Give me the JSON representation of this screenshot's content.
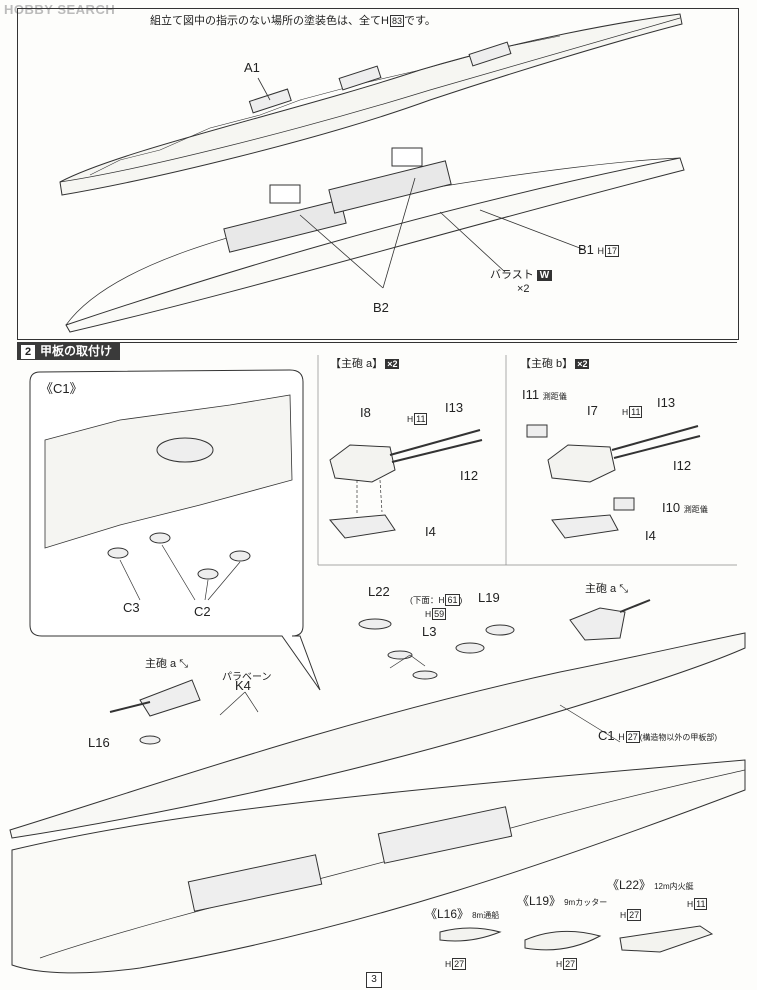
{
  "watermark": "HOBBY SEARCH",
  "step1": {
    "instruction": "組立て図中の指示のない場所の塗装色は、全てH",
    "instruction_code": "83",
    "instruction_end": "です。",
    "labels": {
      "a1": "A1",
      "b1": "B1",
      "b1_code_prefix": "H",
      "b1_code": "17",
      "b2": "B2",
      "ballast": "バラスト",
      "ballast_badge": "W",
      "ballast_qty": "×2"
    }
  },
  "step2": {
    "number": "2",
    "title": "甲板の取付け",
    "inset": {
      "title": "《C1》",
      "c3": "C3",
      "c2": "C2"
    },
    "turret_a": {
      "title": "【主砲 a】",
      "qty": "×2",
      "i8": "I8",
      "h_prefix": "H",
      "h_code": "11",
      "i13": "I13",
      "i12": "I12",
      "i4": "I4"
    },
    "turret_b": {
      "title": "【主砲 b】",
      "qty": "×2",
      "i11": "I11",
      "i11_note": "測距儀",
      "i7": "I7",
      "h_prefix": "H",
      "h_code": "11",
      "i13": "I13",
      "i12": "I12",
      "i10": "I10",
      "i10_note": "測距儀",
      "i4": "I4"
    },
    "main": {
      "l22": "L22",
      "under_note": "(下面：H",
      "under_code": "61",
      "under_end": ")",
      "h59_prefix": "H",
      "h59_code": "59",
      "l19": "L19",
      "l3": "L3",
      "main_gun_a_top": "主砲 a",
      "main_gun_a_left": "主砲 a",
      "paravane": "パラベーン",
      "k4": "K4",
      "l16": "L16",
      "c1": "C1",
      "c1_h_prefix": "H",
      "c1_code": "27",
      "c1_note": "(構造物以外の甲板部)"
    },
    "boats": {
      "l16_title": "《L16》",
      "l16_desc": "8m通船",
      "l16_h_prefix": "H",
      "l16_code": "27",
      "l19_title": "《L19》",
      "l19_desc": "9mカッター",
      "l19_h_prefix": "H",
      "l19_code": "27",
      "l22_title": "《L22》",
      "l22_desc": "12m内火艇",
      "l22_h27_prefix": "H",
      "l22_h27_code": "27",
      "l22_h11_prefix": "H",
      "l22_h11_code": "11"
    }
  },
  "page_number": "3"
}
